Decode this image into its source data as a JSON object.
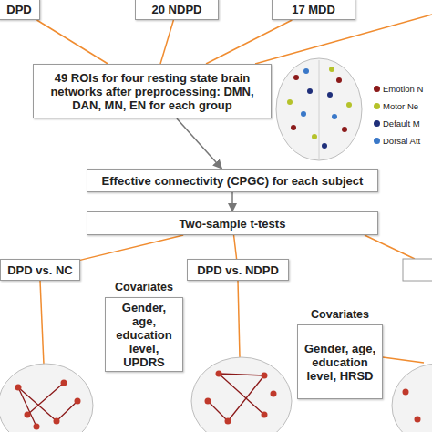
{
  "diagram": {
    "nodes": [
      {
        "text": [
          "DPD"
        ]
      },
      {
        "text": [
          "20 NDPD"
        ]
      },
      {
        "text": [
          "17 MDD"
        ]
      },
      {
        "text": [
          "49 ROIs for four resting state brain networks after preprocessing: DMN, DAN, MN, EN for each group"
        ]
      },
      {
        "text": [
          "Effective connectivity (CPGC) for each subject"
        ]
      },
      {
        "text": [
          "Two-sample t-tests"
        ]
      },
      {
        "text": [
          "DPD vs. NC"
        ]
      },
      {
        "text": [
          "DPD vs. NDPD"
        ]
      },
      {
        "text": [
          "Covariates",
          "Gender, age, education level, UPDRS"
        ]
      },
      {
        "text": [
          "Covariates",
          "Gender, age, education level, HRSD"
        ]
      }
    ],
    "edges": [
      {
        "from": 0,
        "to": 3,
        "arrow": "none"
      },
      {
        "from": 1,
        "to": 3,
        "arrow": "none"
      },
      {
        "from": 2,
        "to": 3,
        "arrow": "none"
      },
      {
        "from": 3,
        "to": 4,
        "arrow": "to"
      },
      {
        "from": 4,
        "to": 5,
        "arrow": "to"
      },
      {
        "from": 5,
        "to": 6,
        "arrow": "none"
      },
      {
        "from": 5,
        "to": 7,
        "arrow": "none"
      }
    ],
    "legend": [
      {
        "text": "Emotion N",
        "color": "#8b1a1a"
      },
      {
        "text": "Motor Ne",
        "color": "#b5c22a"
      },
      {
        "text": "Default M",
        "color": "#1f2f7a"
      },
      {
        "text": "Dorsal Att",
        "color": "#3a78c8"
      }
    ]
  }
}
